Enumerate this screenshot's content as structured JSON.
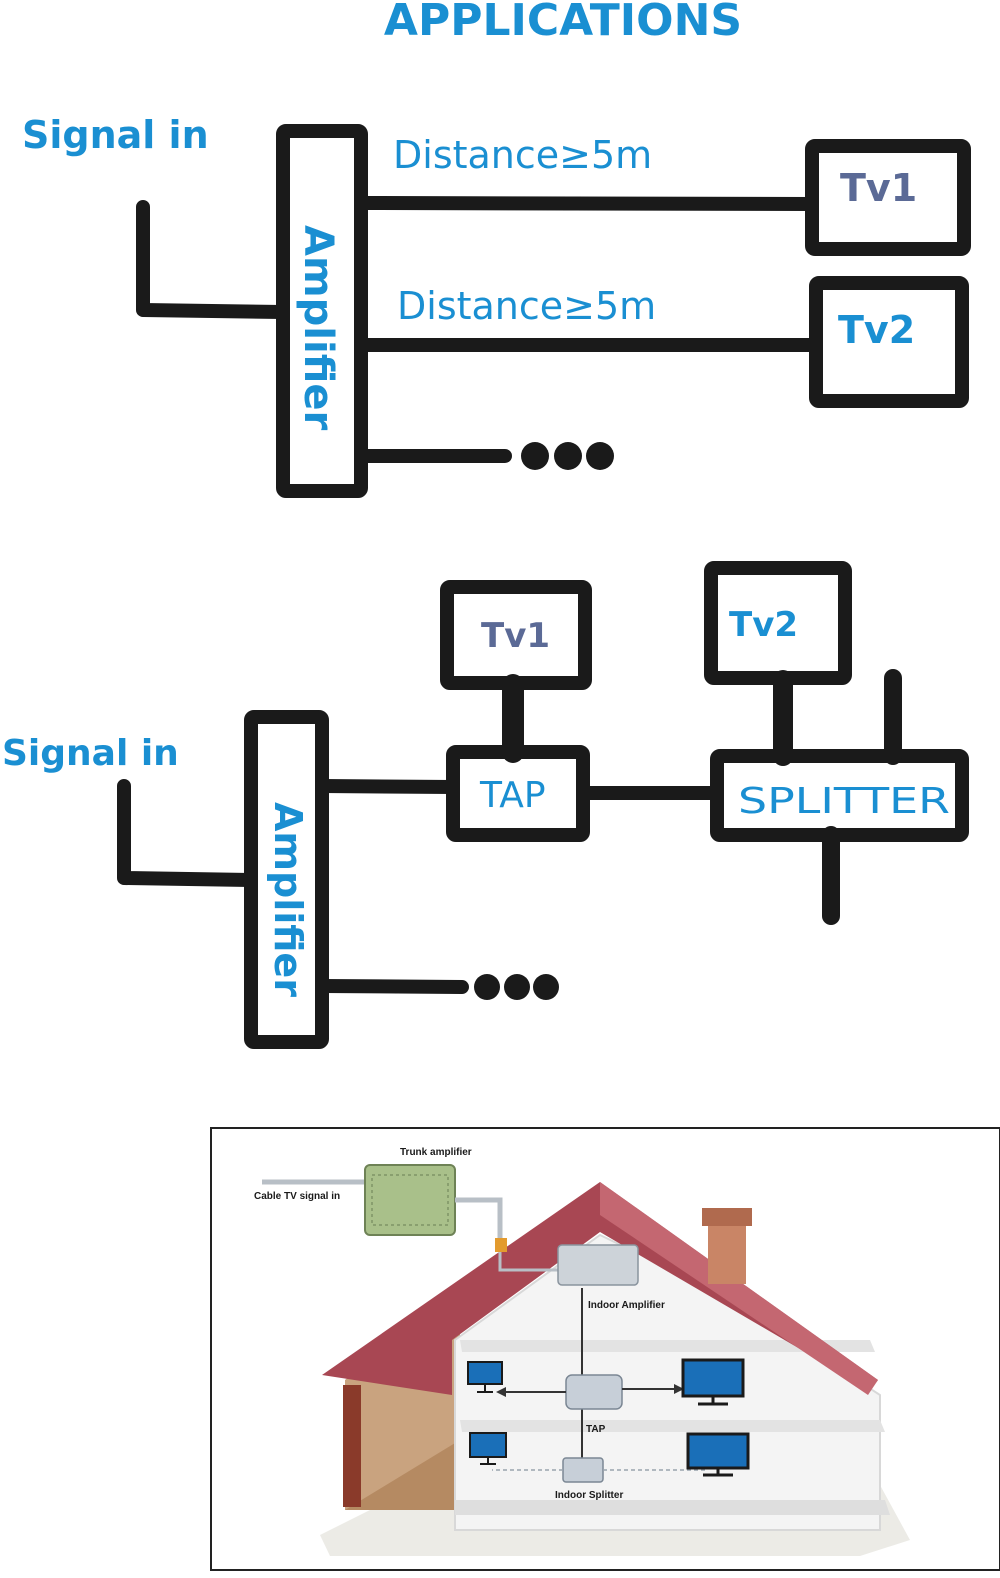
{
  "title": "APPLICATIONS",
  "colors": {
    "blue": "#1a8fd2",
    "slate": "#5b6a96",
    "line": "#1a1a1a"
  },
  "diagram1": {
    "signal_in": "Signal in",
    "amplifier": "Amplifier",
    "distance_1": "Distance≥5m",
    "distance_2": "Distance≥5m",
    "tv1": "Tv1",
    "tv2": "Tv2"
  },
  "diagram2": {
    "signal_in": "Signal in",
    "amplifier": "Amplifier",
    "tap": "TAP",
    "splitter": "SPLITTER",
    "tv1": "Tv1",
    "tv2": "Tv2"
  },
  "house_illustration": {
    "trunk_amplifier": "Trunk amplifier",
    "cable_tv_signal_in": "Cable TV signal in",
    "indoor_amplifier": "Indoor Amplifier",
    "tap": "TAP",
    "indoor_splitter": "Indoor Splitter"
  }
}
